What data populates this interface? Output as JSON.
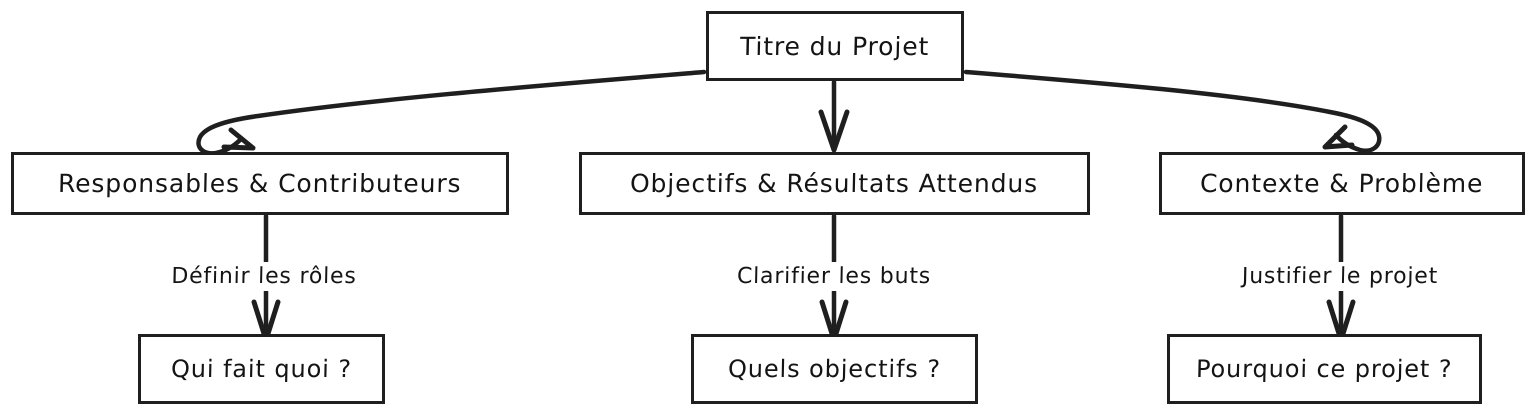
{
  "diagram": {
    "type": "flowchart",
    "direction": "top-down",
    "title_node": "Titre du Projet",
    "language": "fr",
    "stroke_color": "#1f1f1f",
    "text_color": "#141414",
    "background_color": "#ffffff",
    "nodes": [
      {
        "id": "title",
        "label": "Titre du Projet",
        "level": 0
      },
      {
        "id": "roles",
        "label": "Responsables & Contributeurs",
        "level": 1
      },
      {
        "id": "objectives",
        "label": "Objectifs & Résultats Attendus",
        "level": 1
      },
      {
        "id": "context",
        "label": "Contexte & Problème",
        "level": 1
      },
      {
        "id": "who",
        "label": "Qui fait quoi ?",
        "level": 2
      },
      {
        "id": "goals",
        "label": "Quels objectifs ?",
        "level": 2
      },
      {
        "id": "why",
        "label": "Pourquoi ce projet ?",
        "level": 2
      }
    ],
    "edges": [
      {
        "from": "title",
        "to": "roles",
        "label": "",
        "style": "curved-arrow"
      },
      {
        "from": "title",
        "to": "objectives",
        "label": "",
        "style": "straight-arrow"
      },
      {
        "from": "title",
        "to": "context",
        "label": "",
        "style": "curved-arrow"
      },
      {
        "from": "roles",
        "to": "who",
        "label": "Définir les rôles",
        "style": "straight-arrow"
      },
      {
        "from": "objectives",
        "to": "goals",
        "label": "Clarifier les buts",
        "style": "straight-arrow"
      },
      {
        "from": "context",
        "to": "why",
        "label": "Justifier le projet",
        "style": "straight-arrow"
      }
    ]
  }
}
